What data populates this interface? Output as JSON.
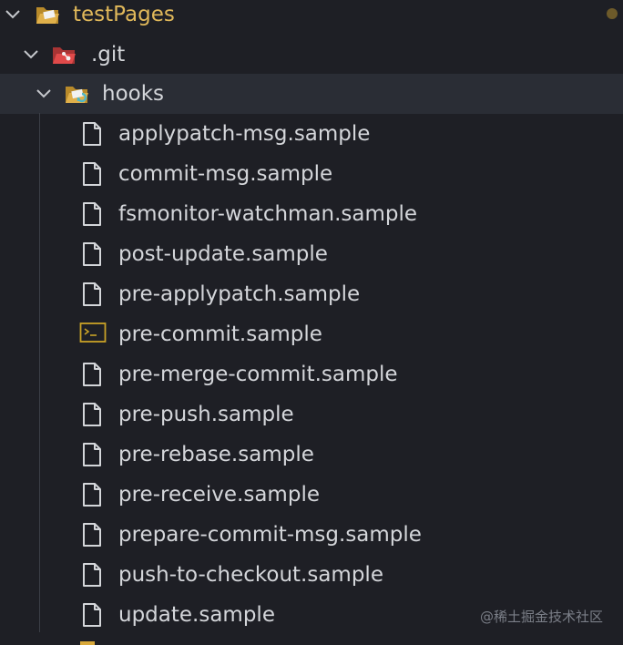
{
  "explorer": {
    "root": {
      "label": "testPages",
      "expanded": true
    },
    "git": {
      "label": ".git",
      "expanded": true
    },
    "hooks": {
      "label": "hooks",
      "expanded": true,
      "files": [
        {
          "name": "applypatch-msg.sample",
          "icon": "file-icon"
        },
        {
          "name": "commit-msg.sample",
          "icon": "file-icon"
        },
        {
          "name": "fsmonitor-watchman.sample",
          "icon": "file-icon"
        },
        {
          "name": "post-update.sample",
          "icon": "file-icon"
        },
        {
          "name": "pre-applypatch.sample",
          "icon": "file-icon"
        },
        {
          "name": "pre-commit.sample",
          "icon": "terminal-icon"
        },
        {
          "name": "pre-merge-commit.sample",
          "icon": "file-icon"
        },
        {
          "name": "pre-push.sample",
          "icon": "file-icon"
        },
        {
          "name": "pre-rebase.sample",
          "icon": "file-icon"
        },
        {
          "name": "pre-receive.sample",
          "icon": "file-icon"
        },
        {
          "name": "prepare-commit-msg.sample",
          "icon": "file-icon"
        },
        {
          "name": "push-to-checkout.sample",
          "icon": "file-icon"
        },
        {
          "name": "update.sample",
          "icon": "file-icon"
        }
      ]
    }
  },
  "watermark": {
    "text": "@稀土掘金技术社区"
  },
  "colors": {
    "background": "#1e1f25",
    "selected_row": "#2a2d35",
    "root_label": "#e0b85a",
    "folder_yellow": "#d9a93a",
    "git_red": "#e04a4a",
    "hooks_teal": "#4fb7c8",
    "terminal_gold": "#c9a227"
  }
}
